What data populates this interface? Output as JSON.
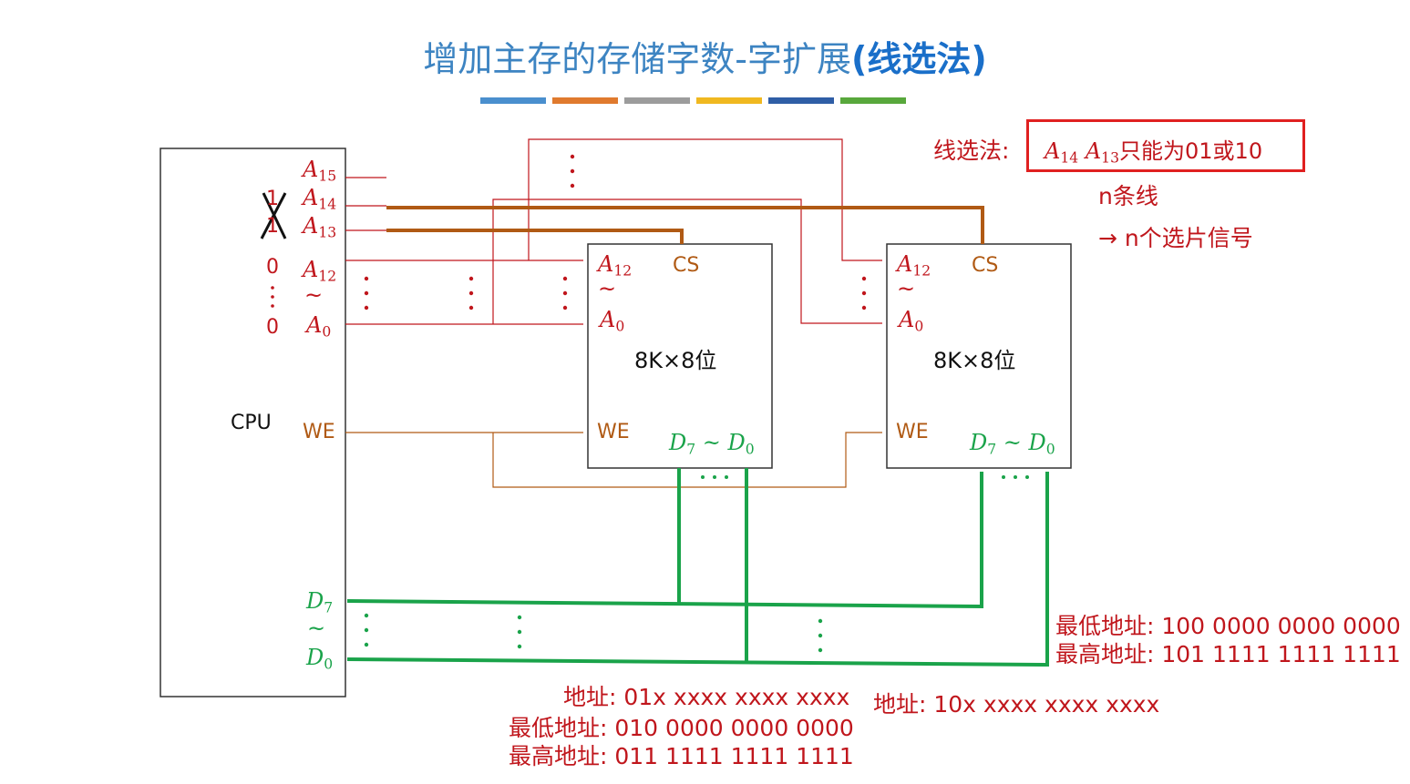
{
  "title": {
    "main": "增加主存的存储字数-字扩展",
    "method": "(线选法)"
  },
  "colors": {
    "title": "#3d84c2",
    "address_line": "#c0161c",
    "control_line": "#b05a14",
    "data_line": "#1aa34a",
    "bars": [
      "#4a8fce",
      "#e07a2e",
      "#9c9c9c",
      "#f0b820",
      "#2f5ea6",
      "#58a83c"
    ]
  },
  "cpu": {
    "label": "CPU",
    "pins": {
      "a15": "A",
      "a15_sub": "15",
      "a14": "A",
      "a14_sub": "14",
      "a13": "A",
      "a13_sub": "13",
      "a12": "A",
      "a12_sub": "12",
      "tilde": "~",
      "a0": "A",
      "a0_sub": "0",
      "we": "WE",
      "d7": "D",
      "d7_sub": "7",
      "d0": "D",
      "d0_sub": "0"
    },
    "bit_values": {
      "a14": "1",
      "a13": "1",
      "a12": "0",
      "a0": "0"
    }
  },
  "chips": [
    {
      "addr_hi": "A",
      "addr_hi_sub": "12",
      "tilde": "~",
      "addr_lo": "A",
      "addr_lo_sub": "0",
      "cs": "CS",
      "size": "8K×8位",
      "we": "WE",
      "data_hi": "D",
      "data_hi_sub": "7",
      "data_sep": " ~ ",
      "data_lo": "D",
      "data_lo_sub": "0"
    },
    {
      "addr_hi": "A",
      "addr_hi_sub": "12",
      "tilde": "~",
      "addr_lo": "A",
      "addr_lo_sub": "0",
      "cs": "CS",
      "size": "8K×8位",
      "we": "WE",
      "data_hi": "D",
      "data_hi_sub": "7",
      "data_sep": " ~ ",
      "data_lo": "D",
      "data_lo_sub": "0"
    }
  ],
  "notes": {
    "line_select_label": "线选法:",
    "line_select_rule_a14": "A",
    "line_select_rule_a14_sub": "14",
    "line_select_rule_a13": "A",
    "line_select_rule_a13_sub": "13",
    "line_select_rule_text": "只能为01或10",
    "n_lines": "n条线",
    "n_signals": "→ n个选片信号"
  },
  "chip1_addresses": {
    "range": "地址: 01x xxxx xxxx xxxx",
    "lowest": "最低地址: 010 0000 0000 0000",
    "highest": "最高地址: 011 1111 1111 1111"
  },
  "chip2_addresses": {
    "range": "地址: 10x xxxx xxxx xxxx",
    "lowest": "最低地址: 100 0000 0000 0000",
    "highest": "最高地址: 101 1111 1111 1111"
  }
}
